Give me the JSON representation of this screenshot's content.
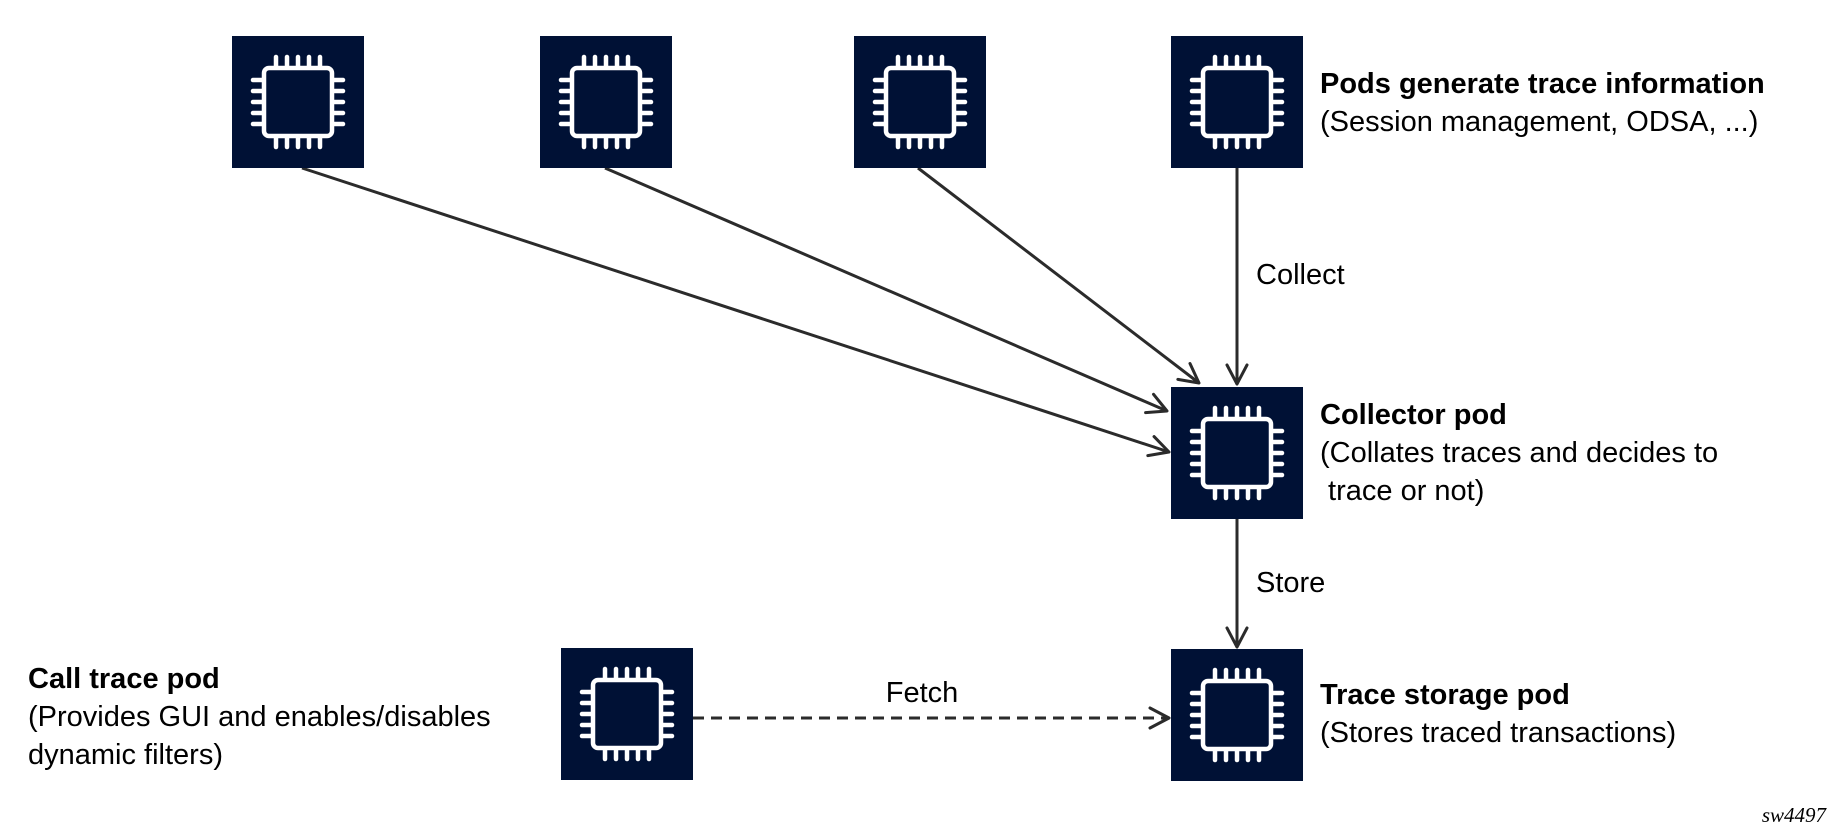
{
  "colors": {
    "pod_fill": "#001135",
    "chip_stroke": "#ffffff",
    "edge": "#2b2b2b",
    "text": "#000000"
  },
  "nodes": {
    "source_pod_1": {
      "icon": "cpu-chip-icon"
    },
    "source_pod_2": {
      "icon": "cpu-chip-icon"
    },
    "source_pod_3": {
      "icon": "cpu-chip-icon"
    },
    "source_pod_4": {
      "icon": "cpu-chip-icon",
      "title": "Pods generate trace information",
      "subtitle_lines": [
        "(Session management, ODSA, ...)"
      ]
    },
    "collector_pod": {
      "icon": "cpu-chip-icon",
      "title": "Collector pod",
      "subtitle_lines": [
        "(Collates traces and decides to",
        " trace or not)"
      ]
    },
    "trace_storage_pod": {
      "icon": "cpu-chip-icon",
      "title": "Trace storage pod",
      "subtitle_lines": [
        "(Stores traced transactions)"
      ]
    },
    "call_trace_pod": {
      "icon": "cpu-chip-icon",
      "title": "Call trace pod",
      "subtitle_lines": [
        "(Provides GUI and enables/disables",
        "dynamic filters)"
      ]
    }
  },
  "edges": [
    {
      "from": "source_pod_1",
      "to": "collector_pod",
      "style": "solid",
      "label": ""
    },
    {
      "from": "source_pod_2",
      "to": "collector_pod",
      "style": "solid",
      "label": ""
    },
    {
      "from": "source_pod_3",
      "to": "collector_pod",
      "style": "solid",
      "label": ""
    },
    {
      "from": "source_pod_4",
      "to": "collector_pod",
      "style": "solid",
      "label": "Collect"
    },
    {
      "from": "collector_pod",
      "to": "trace_storage_pod",
      "style": "solid",
      "label": "Store"
    },
    {
      "from": "call_trace_pod",
      "to": "trace_storage_pod",
      "style": "dashed",
      "label": "Fetch"
    }
  ],
  "figure_id": "sw4497"
}
